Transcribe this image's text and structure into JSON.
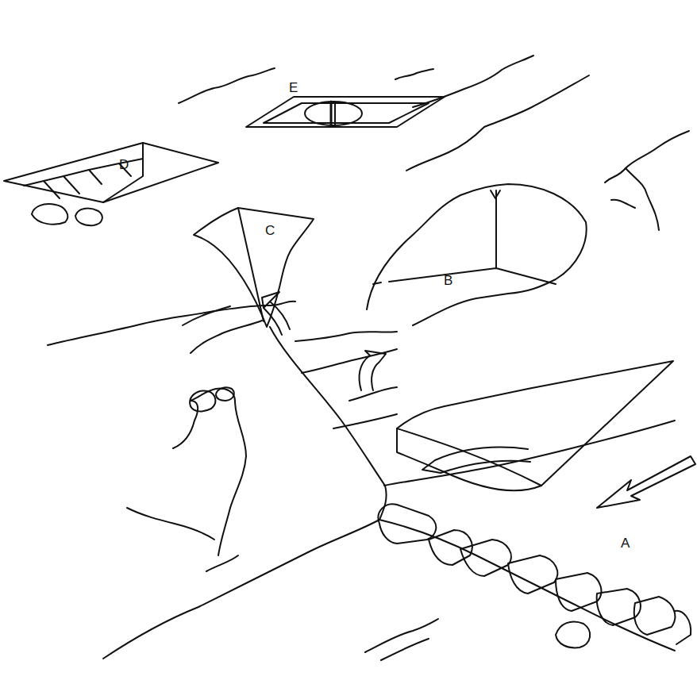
{
  "diagram": {
    "labels": [
      "E",
      "D",
      "C",
      "B",
      "A"
    ]
  }
}
